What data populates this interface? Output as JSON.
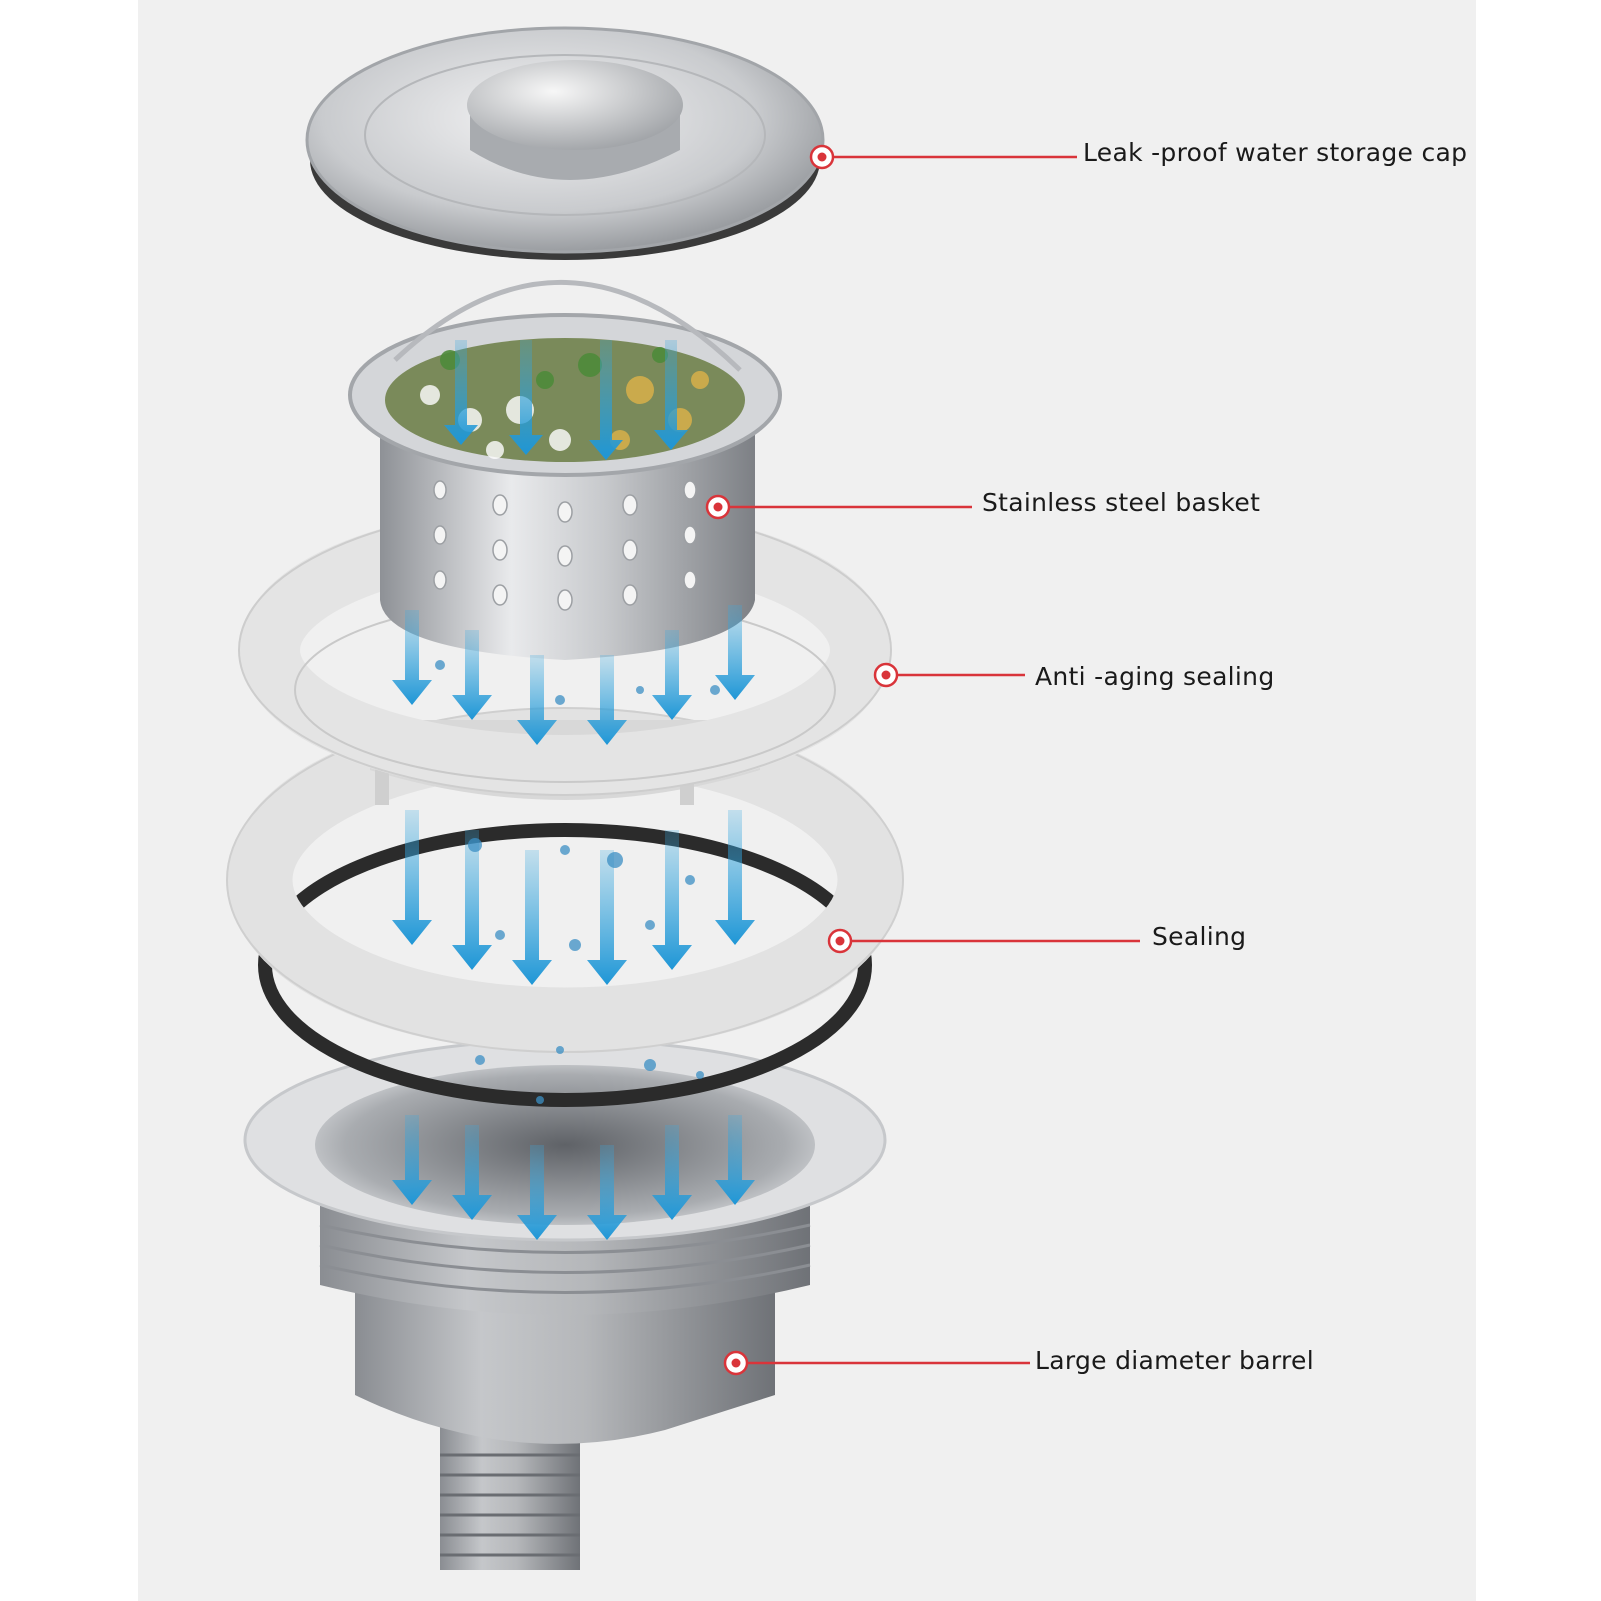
{
  "callouts": [
    {
      "id": "cap",
      "text": "Leak -proof water storage cap"
    },
    {
      "id": "basket",
      "text": "Stainless steel basket"
    },
    {
      "id": "anti-aging",
      "text": "Anti -aging sealing"
    },
    {
      "id": "sealing",
      "text": "Sealing"
    },
    {
      "id": "barrel",
      "text": "Large diameter barrel"
    }
  ],
  "colors": {
    "background": "#f0f0f0",
    "accent_red": "#d9343a",
    "arrow_blue": "#39a9e0",
    "steel": "#b9bcc0",
    "gasket_black": "#2b2b2b",
    "plastic_white": "#e6e6e6"
  }
}
